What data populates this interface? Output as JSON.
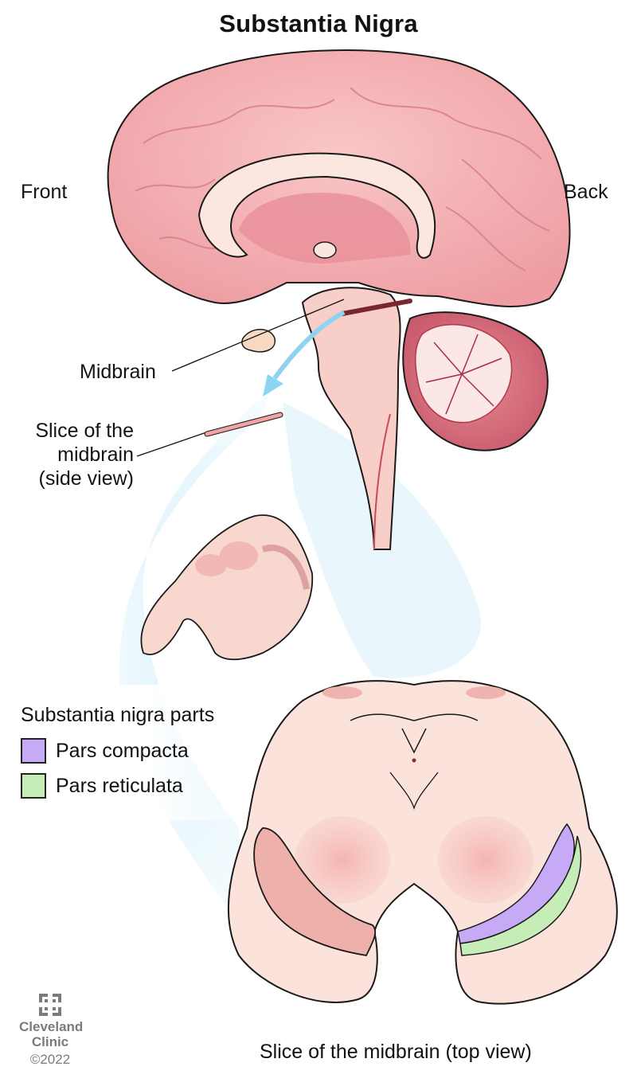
{
  "title": "Substantia Nigra",
  "orientation": {
    "front": "Front",
    "back": "Back"
  },
  "callouts": {
    "midbrain": "Midbrain",
    "slice_side": [
      "Slice of the",
      "midbrain",
      "(side view)"
    ],
    "slice_top": "Slice of the midbrain (top view)"
  },
  "legend": {
    "title": "Substantia nigra parts",
    "items": [
      {
        "label": "Pars compacta",
        "color": "#c6aaf5"
      },
      {
        "label": "Pars reticulata",
        "color": "#c6ecb8"
      }
    ]
  },
  "colors": {
    "brain_pink": "#f2a9ad",
    "brain_light": "#f7c9c8",
    "tissue": "#fbe3dc",
    "outline": "#1a1a1a",
    "arrow_blue": "#8fd3f2",
    "highlight_blue": "#d8f1fb"
  },
  "credit": {
    "org_line1": "Cleveland",
    "org_line2": "Clinic",
    "copyright": "©2022"
  }
}
